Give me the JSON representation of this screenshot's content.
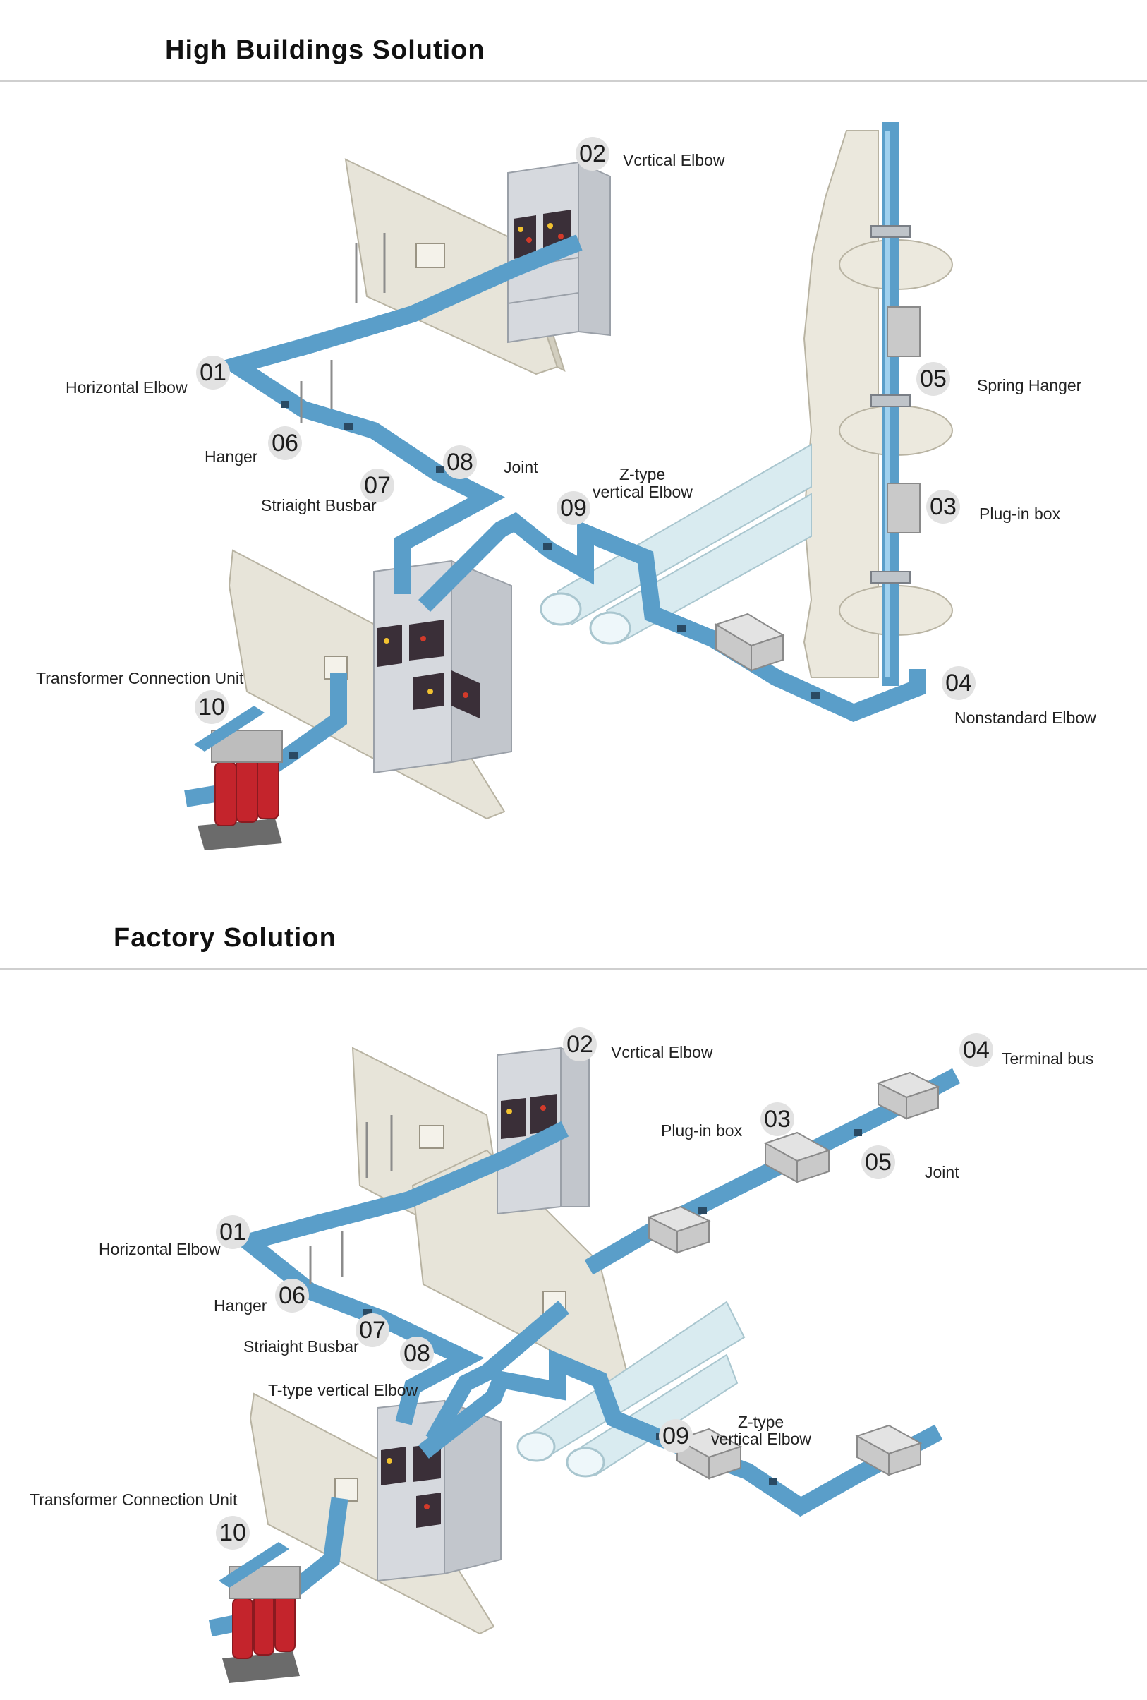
{
  "sections": [
    {
      "title": "High Buildings Solution",
      "callouts": [
        {
          "number": "01",
          "label": "Horizontal Elbow"
        },
        {
          "number": "02",
          "label": "Vcrtical Elbow"
        },
        {
          "number": "03",
          "label": "Plug-in box"
        },
        {
          "number": "04",
          "label": "Nonstandard Elbow"
        },
        {
          "number": "05",
          "label": "Spring Hanger"
        },
        {
          "number": "06",
          "label": "Hanger"
        },
        {
          "number": "07",
          "label": "Striaight Busbar"
        },
        {
          "number": "08",
          "label": "Joint"
        },
        {
          "number": "09",
          "label_line1": "Z-type",
          "label_line2": "vertical Elbow"
        },
        {
          "number": "10",
          "label": "Transformer Connection Unit"
        }
      ]
    },
    {
      "title": "Factory Solution",
      "callouts": [
        {
          "number": "01",
          "label": "Horizontal Elbow"
        },
        {
          "number": "02",
          "label": "Vcrtical Elbow"
        },
        {
          "number": "03",
          "label": "Plug-in box"
        },
        {
          "number": "04",
          "label": "Terminal bus"
        },
        {
          "number": "05",
          "label": "Joint"
        },
        {
          "number": "06",
          "label": "Hanger"
        },
        {
          "number": "07",
          "label": "Striaight Busbar"
        },
        {
          "number": "08",
          "label": "T-type vertical Elbow"
        },
        {
          "number": "09",
          "label_line1": "Z-type",
          "label_line2": "vertical Elbow"
        },
        {
          "number": "10",
          "label": "Transformer Connection Unit"
        }
      ]
    }
  ],
  "colors": {
    "busbar": "#5a9ec9",
    "badge": "#e2e2e2",
    "wall": "#e7e4d9",
    "transformer": "#c4242c",
    "cabinet": "#d6d9de"
  }
}
